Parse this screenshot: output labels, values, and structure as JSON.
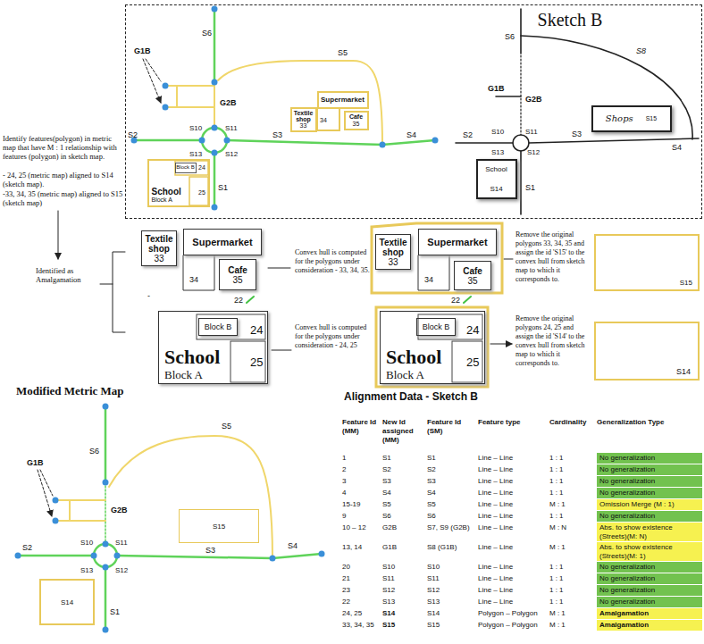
{
  "diagram": {
    "nodes": [
      {
        "text": [
          "Sketch B"
        ]
      },
      {
        "text": [
          "School",
          "Block A"
        ],
        "in": 0
      },
      {
        "text": [
          "Block B"
        ],
        "in": 1
      },
      {
        "text": [
          "Textile shop",
          "33"
        ],
        "in": 0
      },
      {
        "text": [
          "Supermarket"
        ],
        "in": 0
      },
      {
        "text": [
          "Cafe",
          "35"
        ],
        "in": 0
      },
      {
        "text": [
          "Shops",
          "S15"
        ],
        "in": 0
      },
      {
        "text": [
          "School",
          "S14"
        ],
        "in": 0
      },
      {
        "text": [
          "Textile shop",
          "33"
        ]
      },
      {
        "text": [
          "Supermarket"
        ]
      },
      {
        "text": [
          "Cafe",
          "35"
        ]
      },
      {
        "text": [
          "Textile shop",
          "33"
        ]
      },
      {
        "text": [
          "Supermarket"
        ]
      },
      {
        "text": [
          "Cafe",
          "35"
        ]
      },
      {
        "text": [
          "S15"
        ]
      },
      {
        "text": [
          "School",
          "Block A"
        ]
      },
      {
        "text": [
          "Block B"
        ],
        "in": 15
      },
      {
        "text": [
          "School",
          "Block A"
        ]
      },
      {
        "text": [
          "Block B"
        ],
        "in": 17
      },
      {
        "text": [
          "S14"
        ]
      },
      {
        "text": [
          "S15"
        ]
      },
      {
        "text": [
          "S14"
        ]
      }
    ],
    "labels": [
      "S6",
      "G1B",
      "G2B",
      "S5",
      "S10",
      "S11",
      "S13",
      "S12",
      "S2",
      "S3",
      "S4",
      "S1",
      "24",
      "25",
      "34",
      "S6",
      "S8",
      "G1B",
      "G2B",
      "S10",
      "S11",
      "S13",
      "S12",
      "S2",
      "S3",
      "S4",
      "S1",
      "Identify features(polygon) in metric map that have M : 1 relationship with features (polygon) in sketch map.",
      "- 24, 25 (metric map) aligned to S14 (sketch map).",
      "-33, 34, 35 (metric map) aligned to S15 (sketch map)",
      "Identified as Amalgamation",
      "34",
      "-",
      "22",
      "Convex hull is computed for the polygons under consideration - 33, 34, 35.",
      "34",
      "22",
      "Remove the original polygons 33, 34, 35 and assign the id 'S15' to the convex hull from sketch map to which it corresponds to.",
      "24",
      "25",
      "Convex hull is computed for the polygons under consideration - 24, 25",
      "24",
      "25",
      "Remove the original polygons 24, 25 and assign the id 'S14' to the convex hull from sketch map to which it corresponds to.",
      "Modified Metric Map",
      "S6",
      "G1B",
      "G2B",
      "S5",
      "S10",
      "S11",
      "S13",
      "S12",
      "S2",
      "S3",
      "S4",
      "S1",
      "Alignment Data - Sketch B",
      "Feature Id (MM)",
      "New Id assigned (MM)",
      "Feature Id (SM)",
      "Feature type",
      "Cardinality",
      "Generalization Type",
      "1",
      "S1",
      "S1",
      "Line – Line",
      "1 : 1",
      "No generalization",
      "2",
      "S2",
      "S2",
      "Line – Line",
      "1 : 1",
      "No generalization",
      "3",
      "S3",
      "S3",
      "Line – Line",
      "1 : 1",
      "No generalization",
      "4",
      "S4",
      "S4",
      "Line – Line",
      "1 : 1",
      "No generalization",
      "15-19",
      "S5",
      "S5",
      "Line – Line",
      "M : 1",
      "Omission Merge (M : 1)",
      "9",
      "S6",
      "S6",
      "Line – Line",
      "1 : 1",
      "No generalization",
      "10 – 12",
      "G2B",
      "S7, S9 (G2B)",
      "Line – Line",
      "M : N",
      "Abs. to show existence (Streets)(M: N)",
      "13, 14",
      "G1B",
      "S8 (G1B)",
      "Line – Line",
      "M : 1",
      "Abs. to show existence (Streets)(M: 1)",
      "20",
      "S10",
      "S10",
      "Line – Line",
      "1 : 1",
      "No generalization",
      "21",
      "S11",
      "S11",
      "Line – Line",
      "1 : 1",
      "No generalization",
      "23",
      "S12",
      "S12",
      "Line – Line",
      "1 : 1",
      "No generalization",
      "22",
      "S13",
      "S13",
      "Line – Line",
      "1 : 1",
      "No generalization",
      "24, 25",
      "S14",
      "S14",
      "Polygon – Polygon",
      "M : 1",
      "Amalgamation",
      "33, 34, 35",
      "S15",
      "S15",
      "Polygon – Polygon",
      "M : 1",
      "Amalgamation"
    ]
  }
}
